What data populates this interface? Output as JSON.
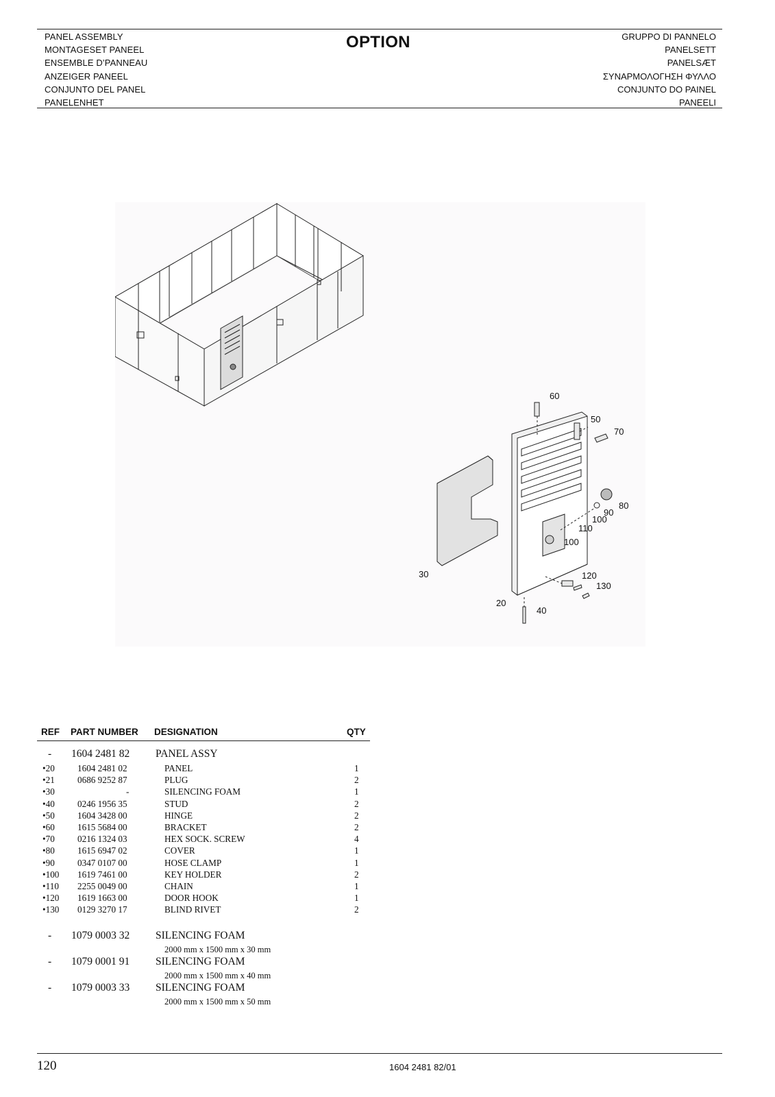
{
  "header": {
    "left_titles": [
      "PANEL ASSEMBLY",
      "MONTAGESET PANEEL",
      "ENSEMBLE D’PANNEAU",
      "ANZEIGER PANEEL",
      "CONJUNTO DEL PANEL",
      "PANELENHET"
    ],
    "center_title": "OPTION",
    "right_titles": [
      "GRUPPO DI PANNELO",
      "PANELSETT",
      "PANELSÆT",
      "ΣΥΝΑΡΜΟΛΟΓΗΣΗ ΦΥΛΛΟ",
      "CONJUNTO DO PAINEL",
      "PANEELI"
    ]
  },
  "drawing": {
    "callouts": [
      "60",
      "50",
      "70",
      "80",
      "90",
      "100",
      "110",
      "100",
      "30",
      "120",
      "130",
      "20",
      "40"
    ]
  },
  "parts_table": {
    "columns": [
      "REF",
      "PART NUMBER",
      "DESIGNATION",
      "QTY"
    ],
    "assembly": {
      "ref": "-",
      "part_number": "1604 2481 82",
      "designation": "PANEL ASSY"
    },
    "items": [
      {
        "ref": "•20",
        "part_number": "1604 2481 02",
        "designation": "PANEL",
        "qty": "1"
      },
      {
        "ref": "•21",
        "part_number": "0686 9252 87",
        "designation": "PLUG",
        "qty": "2"
      },
      {
        "ref": "•30",
        "part_number": "-",
        "designation": "SILENCING FOAM",
        "qty": "1"
      },
      {
        "ref": "•40",
        "part_number": "0246 1956 35",
        "designation": "STUD",
        "qty": "2"
      },
      {
        "ref": "•50",
        "part_number": "1604 3428 00",
        "designation": "HINGE",
        "qty": "2"
      },
      {
        "ref": "•60",
        "part_number": "1615 5684 00",
        "designation": "BRACKET",
        "qty": "2"
      },
      {
        "ref": "•70",
        "part_number": "0216 1324 03",
        "designation": "HEX SOCK. SCREW",
        "qty": "4"
      },
      {
        "ref": "•80",
        "part_number": "1615 6947 02",
        "designation": "COVER",
        "qty": "1"
      },
      {
        "ref": "•90",
        "part_number": "0347 0107 00",
        "designation": "HOSE CLAMP",
        "qty": "1"
      },
      {
        "ref": "•100",
        "part_number": "1619 7461 00",
        "designation": "KEY HOLDER",
        "qty": "2"
      },
      {
        "ref": "•110",
        "part_number": "2255 0049 00",
        "designation": "CHAIN",
        "qty": "1"
      },
      {
        "ref": "•120",
        "part_number": "1619 1663 00",
        "designation": "DOOR HOOK",
        "qty": "1"
      },
      {
        "ref": "•130",
        "part_number": "0129 3270 17",
        "designation": "BLIND RIVET",
        "qty": "2"
      }
    ],
    "options": [
      {
        "ref": "-",
        "part_number": "1079 0003 32",
        "designation": "SILENCING FOAM",
        "note": "2000 mm x 1500 mm x 30 mm"
      },
      {
        "ref": "-",
        "part_number": "1079 0001 91",
        "designation": "SILENCING FOAM",
        "note": "2000 mm x 1500 mm x 40 mm"
      },
      {
        "ref": "-",
        "part_number": "1079 0003 33",
        "designation": "SILENCING FOAM",
        "note": "2000 mm x 1500 mm x 50 mm"
      }
    ]
  },
  "footer": {
    "page_number": "120",
    "document_number": "1604 2481 82/01"
  }
}
